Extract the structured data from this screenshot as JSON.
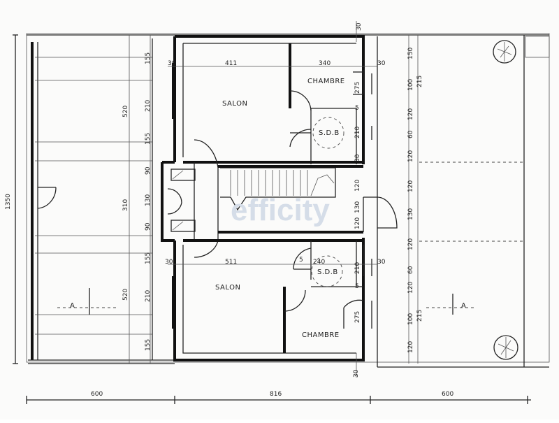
{
  "rooms": {
    "salon_top": "SALON",
    "chambre_top": "CHAMBRE",
    "sdb_top": "S.D.B",
    "salon_bottom": "SALON",
    "chambre_bottom": "CHAMBRE",
    "sdb_bottom": "S.D.B"
  },
  "watermark": "efficity",
  "section_marks": [
    "A",
    "A"
  ],
  "dimensions": {
    "total_height": "1350",
    "left_segment_top": "520",
    "left_segment_mid": "310",
    "left_segment_bottom": "520",
    "left_inner": [
      "155",
      "210",
      "155",
      "90",
      "130",
      "90",
      "155",
      "210",
      "155"
    ],
    "right_inner": [
      "150",
      "100",
      "120",
      "60",
      "120",
      "120",
      "130",
      "120",
      "60",
      "120",
      "100",
      "120"
    ],
    "right_215_top": "215",
    "right_215_bottom": "215",
    "top_widths": [
      "30",
      "411",
      "340",
      "30"
    ],
    "bottom_widths": [
      "30",
      "511",
      "240",
      "30"
    ],
    "stair_dims": [
      "120",
      "130",
      "120"
    ],
    "sdb_small": [
      "5",
      "210",
      "5",
      "210",
      "5",
      "30",
      "275",
      "275",
      "30",
      "30"
    ],
    "bottom_total": [
      "600",
      "816",
      "600"
    ]
  }
}
